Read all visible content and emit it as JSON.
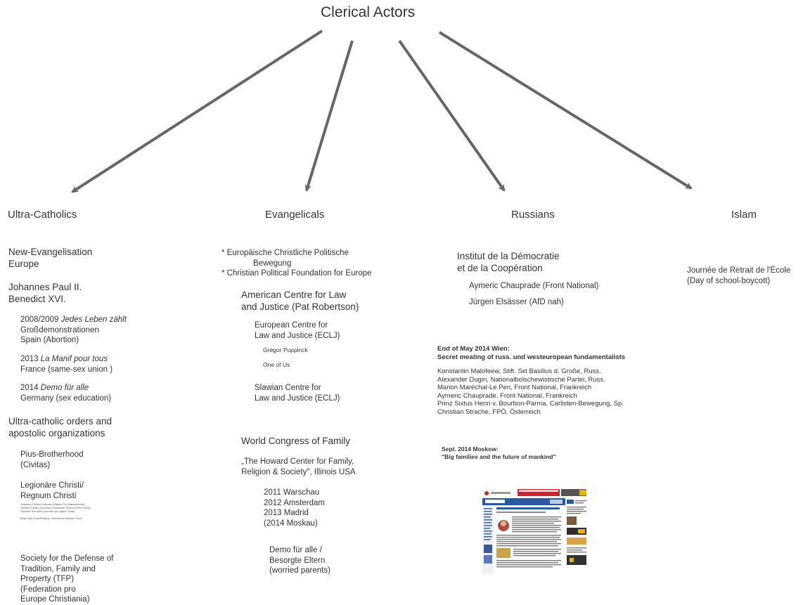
{
  "title": "Clerical Actors",
  "columns": {
    "ultra": {
      "heading": "Ultra-Catholics",
      "new_evangelisation": [
        "New-Evangelisation",
        "Europe"
      ],
      "popes": [
        "Johannes Paul II.",
        "Benedict XVI."
      ],
      "events": {
        "e1_prefix": "2008/2009 ",
        "e1_italic": "Jedes Leben zählt",
        "e1_rest": [
          "Großdemonstrationen",
          "Spain (Abortion)"
        ],
        "e2_prefix": "2013 ",
        "e2_italic": "La Manif pour tous",
        "e2_rest": [
          "France (same-sex union )"
        ],
        "e3_prefix": "2014 ",
        "e3_italic": "Demo für alle",
        "e3_rest": [
          "Germany (sex education)"
        ]
      },
      "orders": [
        "Ultra-catholic orders and",
        "apostolic organizations"
      ],
      "pius": [
        "Pius-Brotherhood",
        "(Civitas)"
      ],
      "legion": [
        "Legionäre Christi/",
        "Regnum Christi"
      ],
      "legion_tiny": [
        "Johannes Freiherr Herrmann (Bistum Pal. Malteserorden)",
        "Verband Freiherr Herrmann (Traditional Council for the Family)",
        "Sylvester Herrmann (Konvent der Legion Christi)",
        "",
        "Birgit Kelle (Frau2000plus, Lebensrecht Bündnis 'Fest')"
      ],
      "tfp": [
        "Society for the Defense of",
        "Tradition, Family and",
        "Property (TFP)",
        "(Federation pro",
        "Europe Christiania)"
      ]
    },
    "evangelicals": {
      "heading": "Evangelicals",
      "bullets": [
        "* Europäische Christliche Politische",
        "Bewegung",
        "* Christian Political Foundation for Europe"
      ],
      "aclj": [
        "American Centre for Law",
        "and Justice (Pat Robertson)"
      ],
      "eclj": [
        "European Centre for",
        "Law and Justice (ECLJ)"
      ],
      "gregor": "Grégor Puppinck",
      "one_of_us": "One of Us",
      "slavic": [
        "Slawian Centre for",
        "Law and Justice (ECLJ)"
      ],
      "wcf": "World Congress of Family",
      "howard": [
        "„The Howard Center for Family,",
        "Religion & Society\", Illinois USA"
      ],
      "years": [
        "2011 Warschau",
        "2012 Amsterdam",
        "2013 Madrid",
        "(2014 Moskau)"
      ],
      "demo": [
        "Demo für alle /",
        "Besorgte Eltern",
        "(worried parents)"
      ]
    },
    "russians": {
      "heading": "Russians",
      "institut": [
        "Institut de la Démocratie",
        "et de la Coopération"
      ],
      "persons": [
        "Aymeric Chauprade (Front National)",
        "Jürgen Elsässer (AfD nah)"
      ],
      "vienna_title": [
        "End of May 2014 Wien:",
        "Secret meating of russ. und westeuropean fundamentalists"
      ],
      "vienna_list": [
        "Konstantin Malofeew, Stift. Sкt Basilius d. Große, Russ.",
        "Alexander Dugin, Nationalbolschewistische Partei, Russ.",
        "Marion Maréchal-Le Pen, Front National, Frankreich",
        "Aymeric Chauprade, Front National, Frankreich",
        "Prinz Sixtus Henri v. Bourbon-Parma, Carlisten-Bewegung, Sp.",
        "Christian Strache, FPÖ, Österreich"
      ],
      "moscow_title": [
        "Sept. 2014 Moskow:",
        "\"Big families and the future of mankind\""
      ]
    },
    "islam": {
      "heading": "Islam",
      "lines": [
        "Journée de Retrait de l'École",
        "(Day of school-boycott)"
      ]
    }
  },
  "colors": {
    "text": "#333333",
    "arrow": "#666666",
    "web_red": "#c8262c",
    "web_blue": "#2a57a6"
  }
}
